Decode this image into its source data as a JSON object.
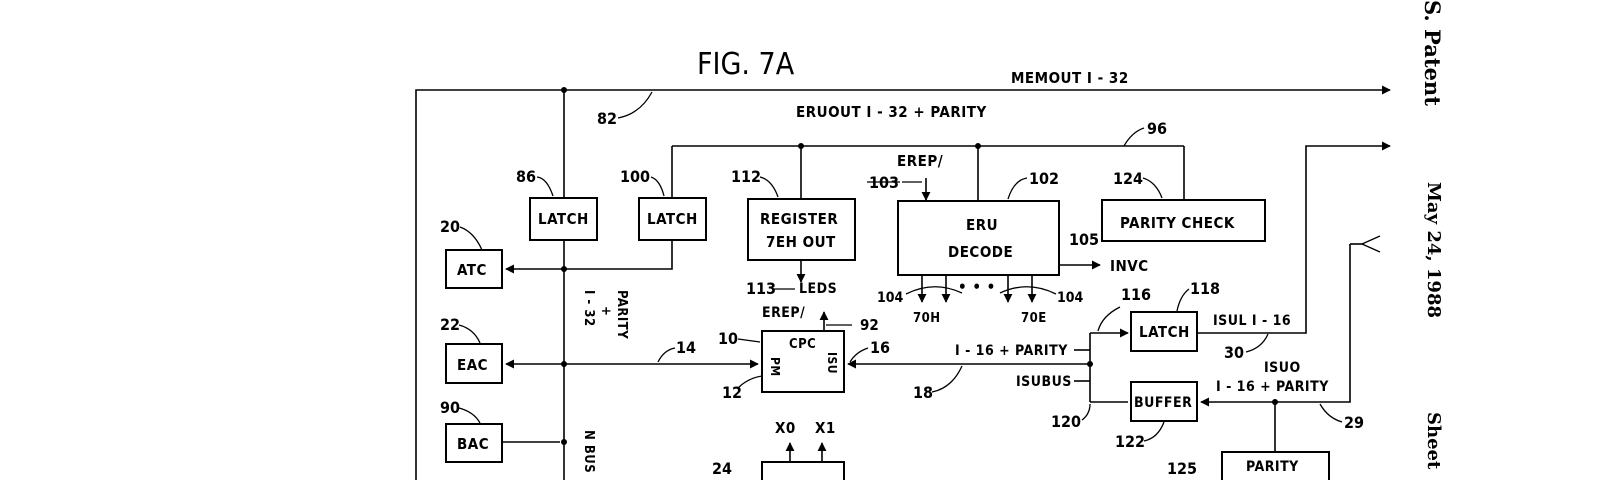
{
  "header": {
    "patent": "S. Patent",
    "date": "May 24, 1988",
    "sheet": "Sheet"
  },
  "figure": {
    "title": "FIG. 7A"
  },
  "buses": {
    "memout": "MEMOUT  I - 32",
    "eruout": "ERUOUT  I - 32 + PARITY",
    "bus_1_32": "I - 32",
    "bus_plus": "+",
    "bus_parity": "PARITY",
    "nbus": "N BUS",
    "isu_1_16_parity": "I - 16 + PARITY",
    "isubus": "ISUBUS",
    "isul": "ISUL  I - 16",
    "isuo": "ISUO",
    "isuo_sub": "I - 16 + PARITY"
  },
  "blocks": {
    "latch86": "LATCH",
    "latch100": "LATCH",
    "register_l1": "REGISTER",
    "register_l2": "7EH OUT",
    "eru_l1": "ERU",
    "eru_l2": "DECODE",
    "parity_check": "PARITY CHECK",
    "atc": "ATC",
    "eac": "EAC",
    "bac": "BAC",
    "cpc": "CPC",
    "pm": "PM",
    "isu": "ISU",
    "latch118": "LATCH",
    "buffer": "BUFFER",
    "parity_bottom": "PARITY"
  },
  "signals": {
    "erep_top": "EREP/",
    "erep_cpc": "EREP/",
    "leds": "LEDS",
    "invc": "INVC",
    "dec_70h": "70H",
    "dec_70e": "70E",
    "dots": "• • •",
    "x0": "X0",
    "x1": "X1"
  },
  "refs": {
    "r82": "82",
    "r96": "96",
    "r86": "86",
    "r100": "100",
    "r112": "112",
    "r103": "103",
    "r102": "102",
    "r124": "124",
    "r105": "105",
    "r20": "20",
    "r113": "113",
    "r104a": "104",
    "r104b": "104",
    "r118": "118",
    "r116": "116",
    "r92": "92",
    "r22": "22",
    "r10": "10",
    "r16": "16",
    "r14": "14",
    "r30": "30",
    "r12": "12",
    "r18": "18",
    "r120": "120",
    "r90": "90",
    "r122": "122",
    "r29": "29",
    "r125": "125",
    "r24": "24"
  }
}
